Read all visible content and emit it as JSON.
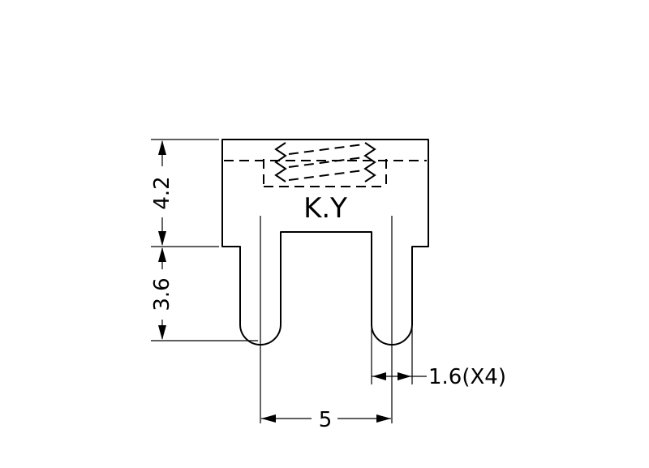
{
  "drawing": {
    "marking": "K.Y",
    "dimensions": {
      "body_height": "4.2",
      "pin_length": "3.6",
      "pin_pitch": "5",
      "pin_width": "1.6(X4)"
    }
  }
}
